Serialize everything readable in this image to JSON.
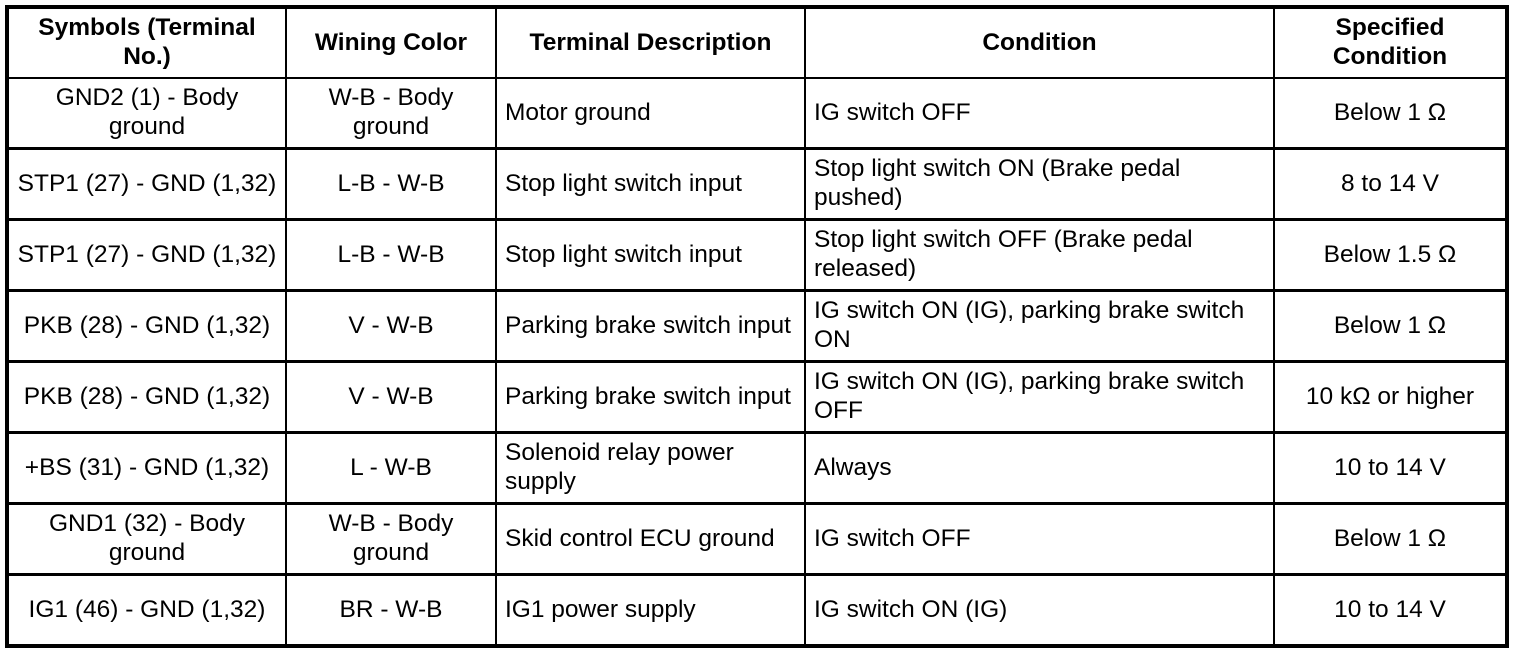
{
  "table": {
    "headers": [
      "Symbols (Terminal No.)",
      "Wining Color",
      "Terminal Description",
      "Condition",
      "Specified Condition"
    ],
    "rows": [
      {
        "symbols": "GND2 (1) - Body ground",
        "wiring_color": "W-B - Body ground",
        "terminal_description": "Motor ground",
        "condition": "IG switch OFF",
        "specified_condition": "Below 1 Ω"
      },
      {
        "symbols": "STP1 (27) - GND (1,32)",
        "wiring_color": "L-B - W-B",
        "terminal_description": "Stop light switch input",
        "condition": "Stop light switch ON (Brake pedal pushed)",
        "specified_condition": "8 to 14 V"
      },
      {
        "symbols": "STP1 (27) - GND (1,32)",
        "wiring_color": "L-B - W-B",
        "terminal_description": "Stop light switch input",
        "condition": "Stop light switch OFF (Brake pedal released)",
        "specified_condition": "Below 1.5 Ω"
      },
      {
        "symbols": "PKB (28) - GND (1,32)",
        "wiring_color": "V - W-B",
        "terminal_description": "Parking brake switch input",
        "condition": "IG switch ON (IG), parking brake switch ON",
        "specified_condition": "Below 1 Ω"
      },
      {
        "symbols": "PKB (28) - GND (1,32)",
        "wiring_color": "V - W-B",
        "terminal_description": "Parking brake switch input",
        "condition": "IG switch ON (IG), parking brake switch OFF",
        "specified_condition": "10 kΩ or higher"
      },
      {
        "symbols": "+BS (31) - GND (1,32)",
        "wiring_color": "L - W-B",
        "terminal_description": "Solenoid relay power supply",
        "condition": "Always",
        "specified_condition": "10 to 14 V"
      },
      {
        "symbols": "GND1 (32) - Body ground",
        "wiring_color": "W-B - Body ground",
        "terminal_description": "Skid control ECU ground",
        "condition": "IG switch OFF",
        "specified_condition": "Below 1 Ω"
      },
      {
        "symbols": "IG1 (46) - GND (1,32)",
        "wiring_color": "BR - W-B",
        "terminal_description": "IG1 power supply",
        "condition": "IG switch ON (IG)",
        "specified_condition": "10 to 14 V"
      }
    ]
  },
  "colors": {
    "border": "#000000",
    "background": "#ffffff",
    "text": "#000000"
  }
}
